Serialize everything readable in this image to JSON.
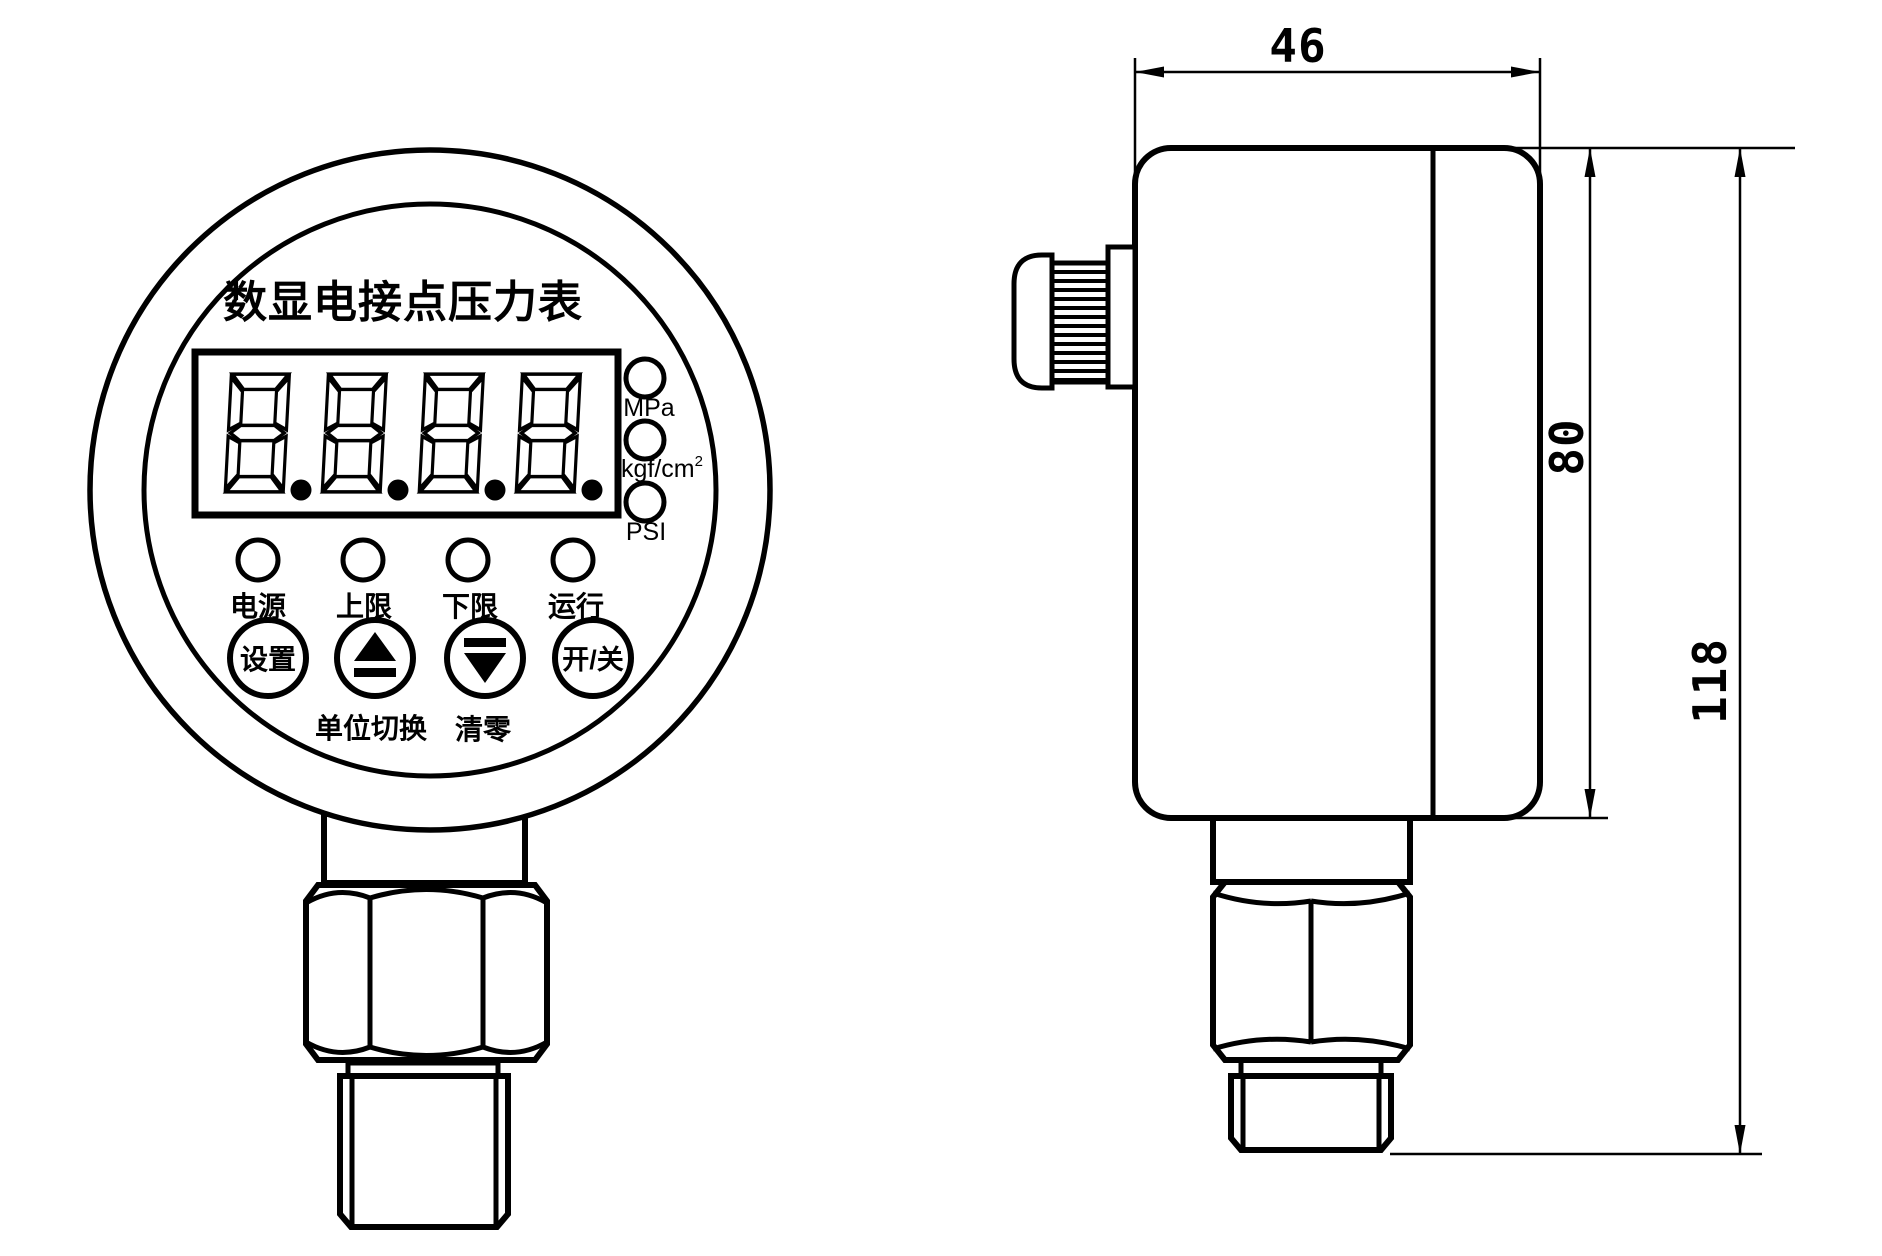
{
  "drawing": {
    "kind": "pressure-gauge-technical-drawing",
    "colors": {
      "line": "#000000",
      "background": "#ffffff"
    }
  },
  "front_view": {
    "title": "数显电接点压力表",
    "lcd": {
      "display_value": "8.8.8.8.",
      "digit_count": 4
    },
    "unit_indicators": [
      {
        "label": "MPa"
      },
      {
        "label": "kgf/cm",
        "superscript": "2"
      },
      {
        "label": "PSI"
      }
    ],
    "status_leds": [
      "电源",
      "上限",
      "下限",
      "运行"
    ],
    "buttons": [
      {
        "label": "设置"
      },
      {
        "icon": "up-eject-icon",
        "sub_label": "单位切换"
      },
      {
        "icon": "down-eject-icon",
        "sub_label": "清零"
      },
      {
        "label": "开/关"
      }
    ]
  },
  "side_view": {
    "dimensions": {
      "width": "46",
      "body_height": "80",
      "total_height": "118"
    }
  }
}
